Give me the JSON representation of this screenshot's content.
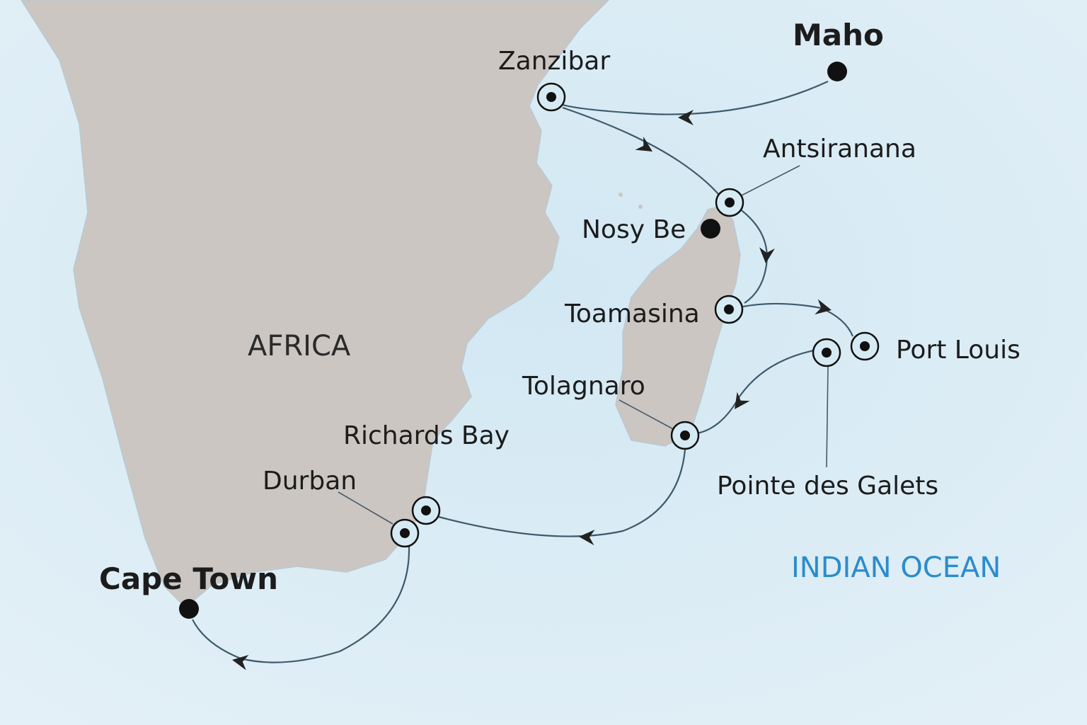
{
  "map": {
    "regions": {
      "continent": "AFRICA",
      "ocean": "INDIAN OCEAN"
    },
    "ports": {
      "maho": "Maho",
      "zanzibar": "Zanzibar",
      "antsiranana": "Antsiranana",
      "nosy_be": "Nosy Be",
      "toamasina": "Toamasina",
      "port_louis": "Port Louis",
      "pointe_des_galets": "Pointe des Galets",
      "tolagnaro": "Tolagnaro",
      "richards_bay": "Richards Bay",
      "durban": "Durban",
      "cape_town": "Cape Town"
    },
    "colors": {
      "ocean": "#d6eaf4",
      "land": "#cbc6c2",
      "route": "#3d5a6a",
      "ocean_label": "#2b8ccc"
    }
  }
}
